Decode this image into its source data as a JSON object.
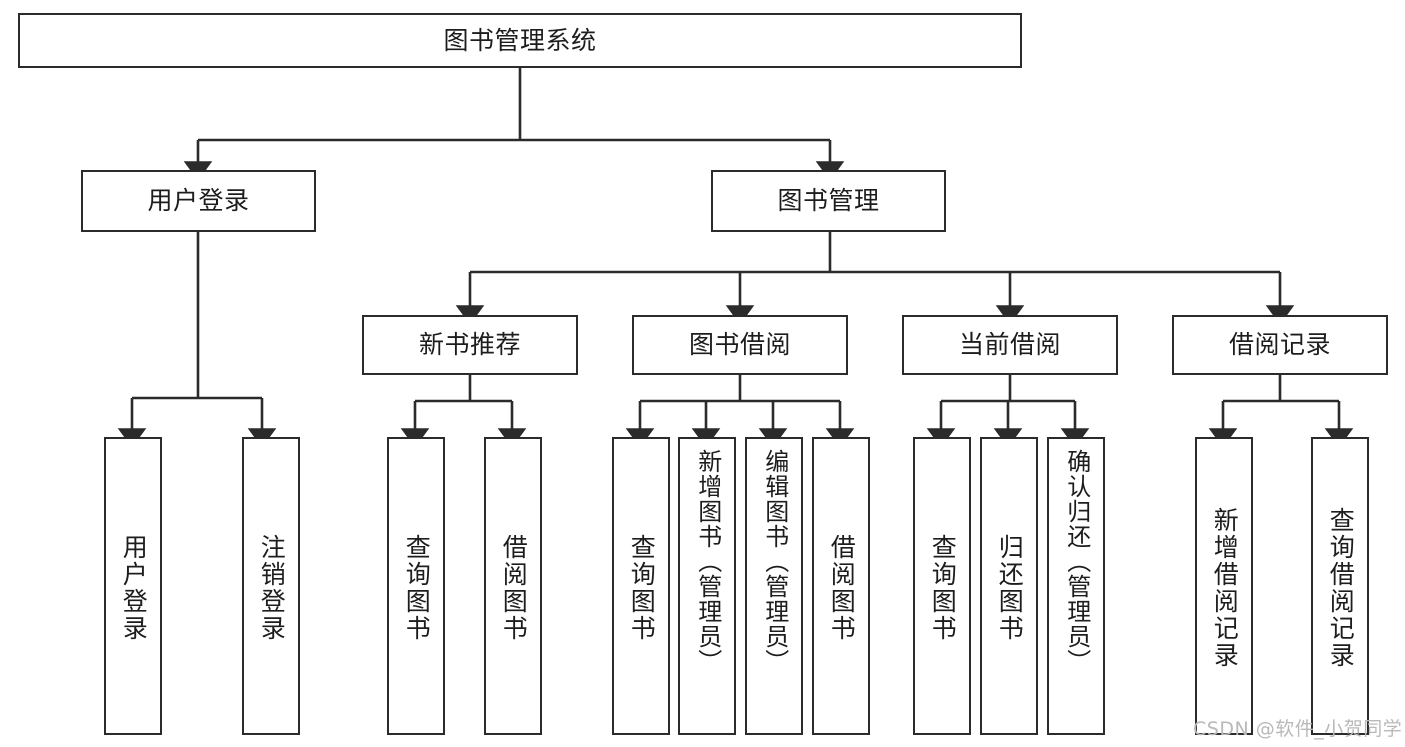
{
  "diagram": {
    "title": "图书管理系统",
    "type": "tree-hierarchy-chart",
    "watermark": "CSDN @软件_小贺同学",
    "colors": {
      "stroke": "#2b2b2b",
      "fill": "#ffffff",
      "text": "#1d1d1d",
      "watermark": "#b9b9b9"
    },
    "levels": {
      "root": {
        "label": "图书管理系统"
      },
      "modules": [
        {
          "label": "用户登录"
        },
        {
          "label": "图书管理"
        }
      ],
      "submodules": [
        {
          "label": "新书推荐"
        },
        {
          "label": "图书借阅"
        },
        {
          "label": "当前借阅"
        },
        {
          "label": "借阅记录"
        }
      ],
      "leaves": [
        {
          "label": "用户登录",
          "parent": "用户登录"
        },
        {
          "label": "注销登录",
          "parent": "用户登录"
        },
        {
          "label": "查询图书",
          "parent": "新书推荐"
        },
        {
          "label": "借阅图书",
          "parent": "新书推荐"
        },
        {
          "label": "查询图书",
          "parent": "图书借阅"
        },
        {
          "label": "新增图书（管理员）",
          "parent": "图书借阅"
        },
        {
          "label": "编辑图书（管理员）",
          "parent": "图书借阅"
        },
        {
          "label": "借阅图书",
          "parent": "图书借阅"
        },
        {
          "label": "查询图书",
          "parent": "当前借阅"
        },
        {
          "label": "归还图书",
          "parent": "当前借阅"
        },
        {
          "label": "确认归还（管理员）",
          "parent": "当前借阅"
        },
        {
          "label": "新增借阅记录",
          "parent": "借阅记录"
        },
        {
          "label": "查询借阅记录",
          "parent": "借阅记录"
        }
      ]
    }
  }
}
